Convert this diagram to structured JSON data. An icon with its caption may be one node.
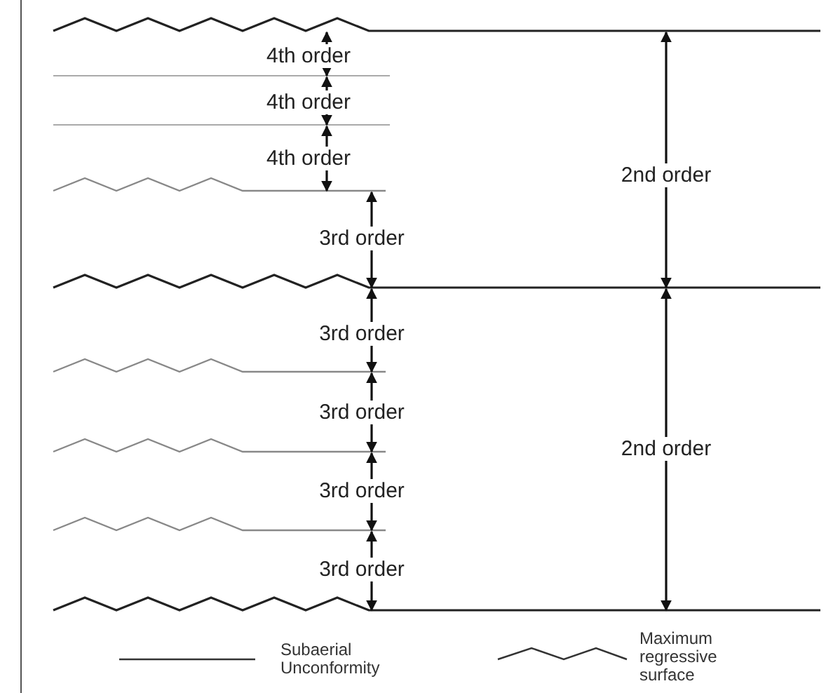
{
  "diagram": {
    "labels": [
      "4th order",
      "4th order",
      "4th order",
      "2nd order",
      "3rd order",
      "3rd order",
      "3rd order",
      "2nd order",
      "3rd order",
      "3rd order"
    ],
    "legend": [
      {
        "text": "Subaerial Unconformity"
      },
      {
        "text": "Maximum regressive surface"
      }
    ]
  }
}
